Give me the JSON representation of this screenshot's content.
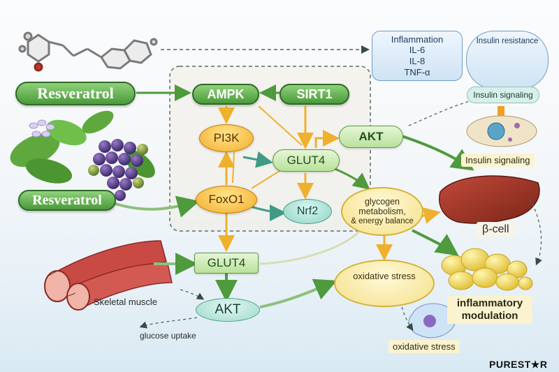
{
  "diagram": {
    "resveratrol_top": "Resveratrol",
    "resveratrol_bottom": "Resveratrol",
    "ampk": "AMPK",
    "sirt1": "SIRT1",
    "pi3k": "PI3K",
    "glut4_center": "GLUT4",
    "akt_top": "AKT",
    "foxo1": "FoxO1",
    "nrf2": "Nrf2",
    "glycogen": [
      "glycogen",
      "metabolism,",
      "& energy balance"
    ],
    "glut4_bottom": "GLUT4",
    "akt_bottom": "AKT",
    "oxidative_stress_center": "oxidative stress",
    "inflammation_box": [
      "Inflammation",
      "IL-6",
      "IL-8",
      "TNF-α"
    ],
    "insulin_resistance": "Insulin resistance",
    "insulin_signaling_top": "Insulin signaling",
    "insulin_signaling_bottom": "Insulin signaling",
    "beta_cell": "β-cell",
    "inflammatory_modulation": [
      "inflammatory",
      "modulation"
    ],
    "skeletal_muscle": "Skeletal muscle",
    "glucose_uptake": "glucose uptake",
    "oxidative_stress_bottom": "oxidative stress",
    "watermark": "PUREST★R"
  },
  "colors": {
    "green_arrow": "#4e9a3c",
    "orange_arrow": "#efb02d",
    "teal_arrow": "#3f9b86",
    "dashed_line": "#4a6a5a"
  }
}
